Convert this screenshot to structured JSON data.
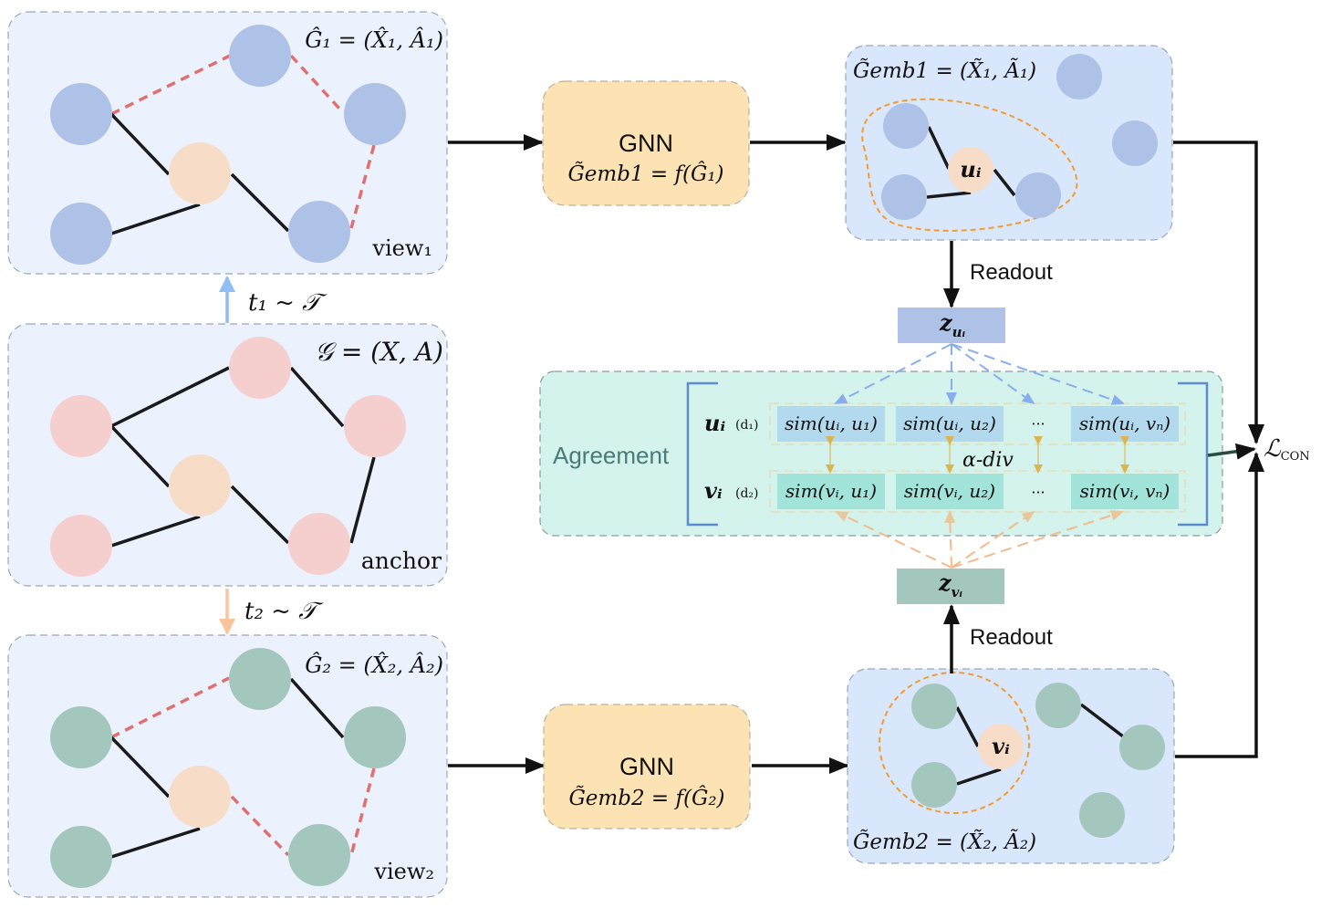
{
  "colors": {
    "view1_node": "#adc2e6",
    "anchor_node": "#f5cece",
    "view2_node": "#a3c6bd",
    "center_node": "#f7dcc8",
    "dropped_edge": "#e07070",
    "gnn_fill": "#fde3b4",
    "agreement_fill": "#d3f3ec",
    "z_u_fill": "#adc2e6",
    "z_v_fill": "#a3c6bd",
    "readout_outline": "#f59b2d"
  },
  "view1": {
    "formula": "Ĝ₁ = (X̂₁, Â₁)",
    "label": "view₁"
  },
  "anchor": {
    "formula": "𝒢 = (X, A)",
    "label": "anchor"
  },
  "view2": {
    "formula": "Ĝ₂ = (X̂₂, Â₂)",
    "label": "view₂"
  },
  "aug1": {
    "label": "t₁ ~ 𝒯"
  },
  "aug2": {
    "label": "t₂ ~ 𝒯"
  },
  "gnn1": {
    "title": "GNN",
    "formula": "G̃emb1 = f(Ĝ₁)"
  },
  "gnn2": {
    "title": "GNN",
    "formula": "G̃emb2 = f(Ĝ₂)"
  },
  "emb1": {
    "formula": "G̃emb1 = (X̃₁, Ã₁)",
    "center_label": "uᵢ"
  },
  "emb2": {
    "formula": "G̃emb2 = (X̃₂, Ã₂)",
    "center_label": "vᵢ"
  },
  "readout1": {
    "label": "Readout"
  },
  "readout2": {
    "label": "Readout"
  },
  "z_u": {
    "label": "z",
    "sub": "uᵢ"
  },
  "z_v": {
    "label": "z",
    "sub": "vᵢ"
  },
  "agreement": {
    "title": "Agreement",
    "divergence_label": "α-div",
    "row_u": {
      "label": "uᵢ",
      "tag": "(d₁)",
      "cells": [
        "sim(uᵢ, u₁)",
        "sim(uᵢ, u₂)",
        "···",
        "sim(uᵢ, vₙ)"
      ]
    },
    "row_v": {
      "label": "vᵢ",
      "tag": "(d₂)",
      "cells": [
        "sim(vᵢ, u₁)",
        "sim(vᵢ, u₂)",
        "···",
        "sim(vᵢ, vₙ)"
      ]
    }
  },
  "loss": {
    "label": "ℒ",
    "sub": "CON"
  }
}
